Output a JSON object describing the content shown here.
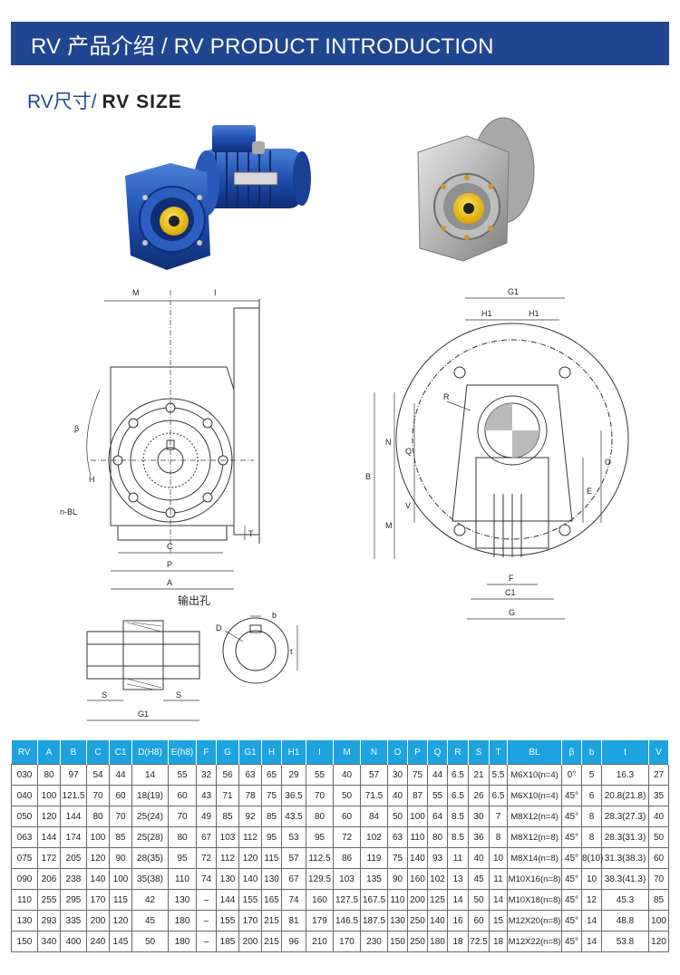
{
  "header": {
    "title": "RV 产品介绍 / RV PRODUCT INTRODUCTION"
  },
  "section": {
    "cn": "RV尺寸/ ",
    "en": "RV SIZE"
  },
  "drawing_left": {
    "labels": {
      "M": "M",
      "I": "I",
      "beta": "β",
      "H": "H",
      "nBL": "n-BL",
      "C": "C",
      "P": "P",
      "A": "A",
      "T": "T"
    },
    "caption": "输出孔"
  },
  "drawing_right": {
    "labels": {
      "G1": "G1",
      "H1a": "H1",
      "H1b": "H1",
      "R": "R",
      "N": "N",
      "Q": "Q",
      "B": "B",
      "V": "V",
      "M": "M",
      "O": "O",
      "E": "E",
      "F": "F",
      "C1": "C1",
      "G": "G"
    }
  },
  "drawing_shaft": {
    "labels": {
      "S1": "S",
      "S2": "S",
      "G1": "G1"
    }
  },
  "drawing_hole": {
    "labels": {
      "D": "D",
      "b": "b",
      "t": "t"
    }
  },
  "table": {
    "headers": [
      "RV",
      "A",
      "B",
      "C",
      "C1",
      "D(H8)",
      "E(h8)",
      "F",
      "G",
      "G1",
      "H",
      "H1",
      "I",
      "M",
      "N",
      "O",
      "P",
      "Q",
      "R",
      "S",
      "T",
      "BL",
      "β",
      "b",
      "t",
      "V"
    ],
    "rows": [
      [
        "030",
        "80",
        "97",
        "54",
        "44",
        "14",
        "55",
        "32",
        "56",
        "63",
        "65",
        "29",
        "55",
        "40",
        "57",
        "30",
        "75",
        "44",
        "6.5",
        "21",
        "5.5",
        "M6X10(n=4)",
        "0°",
        "5",
        "16.3",
        "27"
      ],
      [
        "040",
        "100",
        "121.5",
        "70",
        "60",
        "18(19)",
        "60",
        "43",
        "71",
        "78",
        "75",
        "36.5",
        "70",
        "50",
        "71.5",
        "40",
        "87",
        "55",
        "6.5",
        "26",
        "6.5",
        "M6X10(n=4)",
        "45°",
        "6",
        "20.8(21.8)",
        "35"
      ],
      [
        "050",
        "120",
        "144",
        "80",
        "70",
        "25(24)",
        "70",
        "49",
        "85",
        "92",
        "85",
        "43.5",
        "80",
        "60",
        "84",
        "50",
        "100",
        "64",
        "8.5",
        "30",
        "7",
        "M8X12(n=4)",
        "45°",
        "8",
        "28.3(27.3)",
        "40"
      ],
      [
        "063",
        "144",
        "174",
        "100",
        "85",
        "25(28)",
        "80",
        "67",
        "103",
        "112",
        "95",
        "53",
        "95",
        "72",
        "102",
        "63",
        "110",
        "80",
        "8.5",
        "36",
        "8",
        "M8X12(n=8)",
        "45°",
        "8",
        "28.3(31.3)",
        "50"
      ],
      [
        "075",
        "172",
        "205",
        "120",
        "90",
        "28(35)",
        "95",
        "72",
        "112",
        "120",
        "115",
        "57",
        "112.5",
        "86",
        "119",
        "75",
        "140",
        "93",
        "11",
        "40",
        "10",
        "M8X14(n=8)",
        "45°",
        "8(10)",
        "31.3(38.3)",
        "60"
      ],
      [
        "090",
        "206",
        "238",
        "140",
        "100",
        "35(38)",
        "110",
        "74",
        "130",
        "140",
        "130",
        "67",
        "129.5",
        "103",
        "135",
        "90",
        "160",
        "102",
        "13",
        "45",
        "11",
        "M10X16(n=8)",
        "45°",
        "10",
        "38.3(41.3)",
        "70"
      ],
      [
        "110",
        "255",
        "295",
        "170",
        "115",
        "42",
        "130",
        "–",
        "144",
        "155",
        "165",
        "74",
        "160",
        "127.5",
        "167.5",
        "110",
        "200",
        "125",
        "14",
        "50",
        "14",
        "M10X18(n=8)",
        "45°",
        "12",
        "45.3",
        "85"
      ],
      [
        "130",
        "293",
        "335",
        "200",
        "120",
        "45",
        "180",
        "–",
        "155",
        "170",
        "215",
        "81",
        "179",
        "146.5",
        "187.5",
        "130",
        "250",
        "140",
        "16",
        "60",
        "15",
        "M12X20(n=8)",
        "45°",
        "14",
        "48.8",
        "100"
      ],
      [
        "150",
        "340",
        "400",
        "240",
        "145",
        "50",
        "180",
        "–",
        "185",
        "200",
        "215",
        "96",
        "210",
        "170",
        "230",
        "150",
        "250",
        "180",
        "18",
        "72.5",
        "18",
        "M12X22(n=8)",
        "45°",
        "14",
        "53.8",
        "120"
      ]
    ]
  }
}
